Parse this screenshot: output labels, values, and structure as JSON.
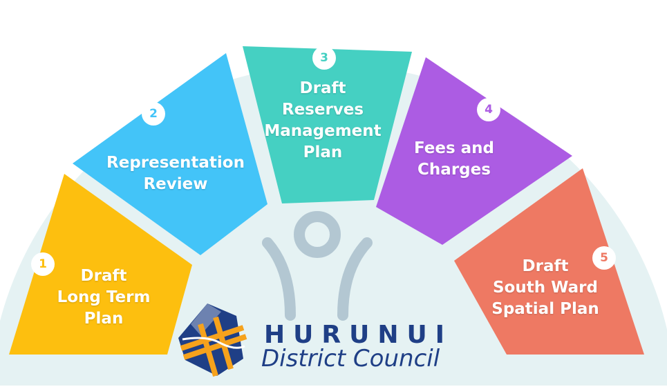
{
  "diagram": {
    "segments": [
      {
        "number": "1",
        "lines": [
          "Draft",
          "Long Term",
          "Plan"
        ],
        "color": "#fdbf0f"
      },
      {
        "number": "2",
        "lines": [
          "Representation",
          "Review"
        ],
        "color": "#43c4f8"
      },
      {
        "number": "3",
        "lines": [
          "Draft",
          "Reserves",
          "Management",
          "Plan"
        ],
        "color": "#45d0c2"
      },
      {
        "number": "4",
        "lines": [
          "Fees and",
          "Charges"
        ],
        "color": "#ac5ce3"
      },
      {
        "number": "5",
        "lines": [
          "Draft",
          "South Ward",
          "Spatial Plan"
        ],
        "color": "#ee7963"
      }
    ],
    "background_color": "#e5f2f3",
    "icon_color": "#b3c7d2"
  },
  "logo": {
    "name": "HURUNUI",
    "subtitle": "District Council",
    "brand_color": "#1f3f86",
    "accent_color": "#f6a21c"
  }
}
